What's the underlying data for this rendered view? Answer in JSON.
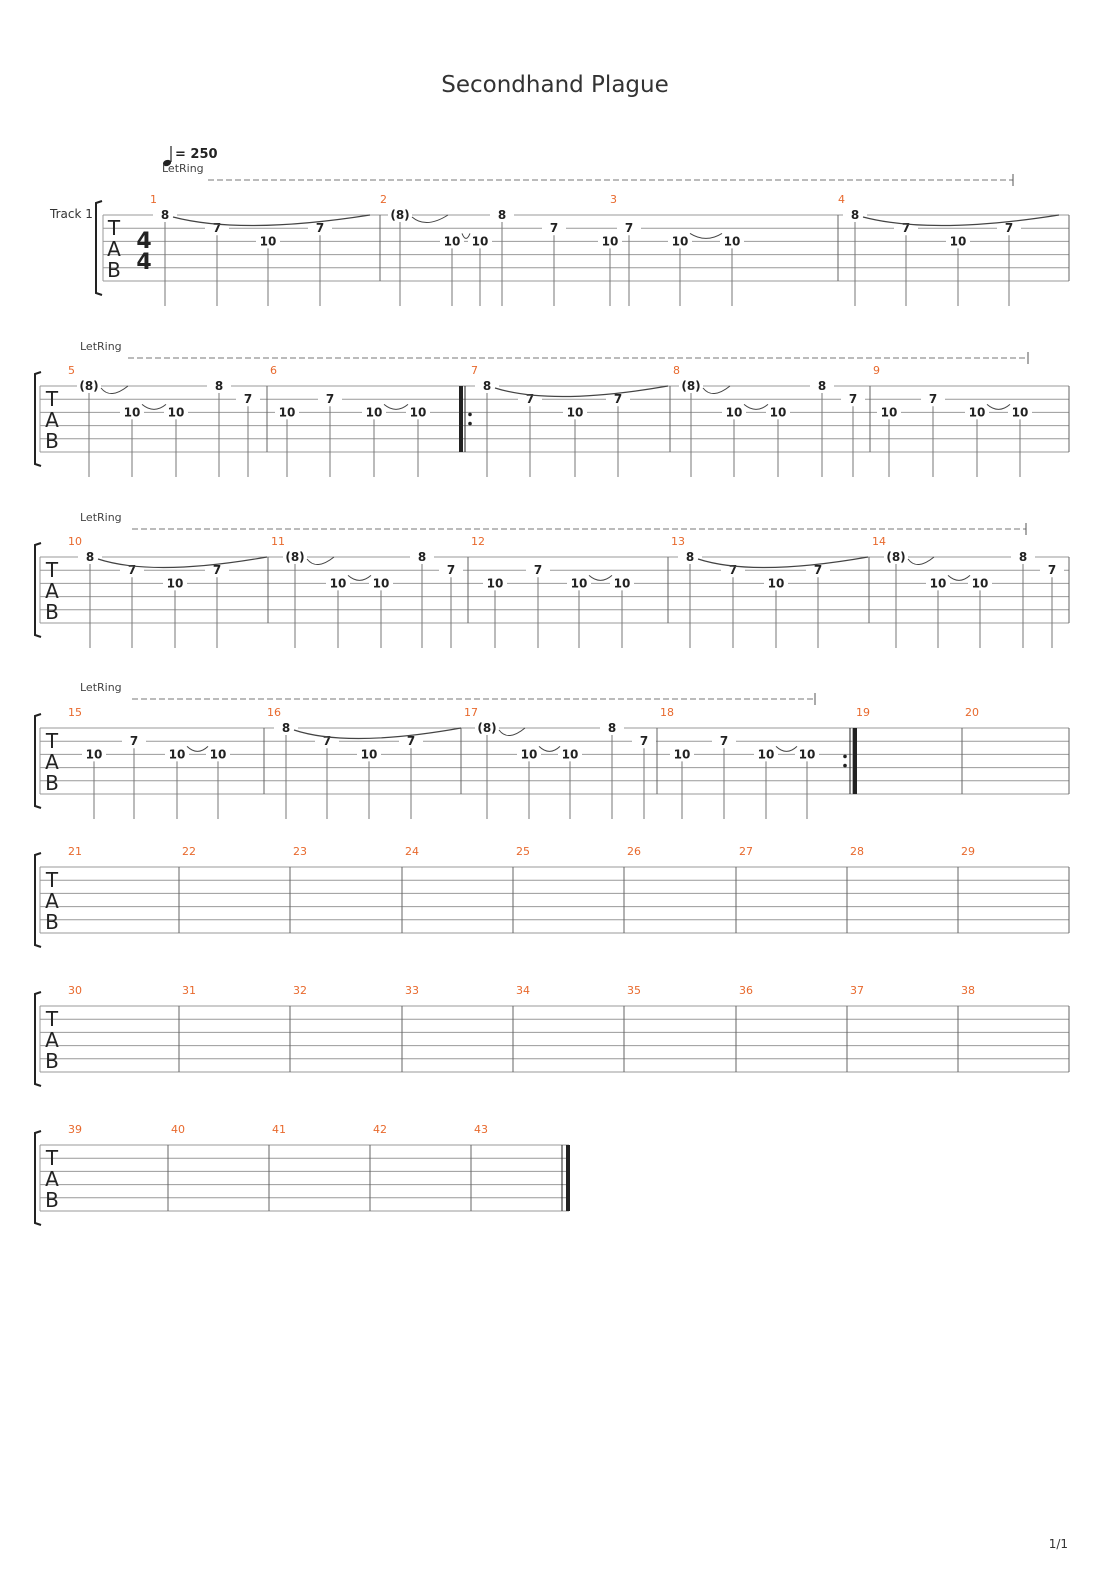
{
  "title": "Secondhand Plague",
  "tempo": {
    "text": "= 250",
    "icon": "quarter-note-icon"
  },
  "track_name": "Track 1",
  "let_ring_label": "LetRing",
  "clef_letters": [
    "T",
    "A",
    "B"
  ],
  "time_signature": [
    "4",
    "4"
  ],
  "page_number": "1/1",
  "colors": {
    "measure_number": "#e8692d",
    "staff_line": "#999999",
    "text": "#222222"
  },
  "systems": [
    {
      "measures": [
        {
          "number": "1",
          "notes": [
            {
              "fret": "8",
              "string": 1
            },
            {
              "fret": "7",
              "string": 2
            },
            {
              "fret": "10",
              "string": 3
            },
            {
              "fret": "7",
              "string": 2
            }
          ]
        },
        {
          "number": "2",
          "notes": [
            {
              "fret": "(8)",
              "string": 1
            },
            {
              "fret": "10",
              "string": 3
            },
            {
              "fret": "10",
              "string": 3
            }
          ]
        },
        {
          "number": "",
          "notes": [
            {
              "fret": "8",
              "string": 1
            },
            {
              "fret": "7",
              "string": 2
            }
          ]
        },
        {
          "number": "3",
          "notes": [
            {
              "fret": "10",
              "string": 3
            },
            {
              "fret": "7",
              "string": 2
            },
            {
              "fret": "10",
              "string": 3
            },
            {
              "fret": "10",
              "string": 3
            }
          ]
        },
        {
          "number": "4",
          "notes": [
            {
              "fret": "8",
              "string": 1
            },
            {
              "fret": "7",
              "string": 2
            },
            {
              "fret": "10",
              "string": 3
            },
            {
              "fret": "7",
              "string": 2
            }
          ]
        }
      ]
    },
    {
      "measures": [
        {
          "number": "5",
          "notes": [
            {
              "fret": "(8)",
              "string": 1
            },
            {
              "fret": "10",
              "string": 3
            },
            {
              "fret": "10",
              "string": 3
            },
            {
              "fret": "8",
              "string": 1
            },
            {
              "fret": "7",
              "string": 2
            }
          ]
        },
        {
          "number": "6",
          "notes": [
            {
              "fret": "10",
              "string": 3
            },
            {
              "fret": "7",
              "string": 2
            },
            {
              "fret": "10",
              "string": 3
            },
            {
              "fret": "10",
              "string": 3
            }
          ]
        },
        {
          "number": "7",
          "notes": [
            {
              "fret": "8",
              "string": 1
            },
            {
              "fret": "7",
              "string": 2
            },
            {
              "fret": "10",
              "string": 3
            },
            {
              "fret": "7",
              "string": 2
            }
          ]
        },
        {
          "number": "8",
          "notes": [
            {
              "fret": "(8)",
              "string": 1
            },
            {
              "fret": "10",
              "string": 3
            },
            {
              "fret": "10",
              "string": 3
            },
            {
              "fret": "8",
              "string": 1
            },
            {
              "fret": "7",
              "string": 2
            }
          ]
        },
        {
          "number": "9",
          "notes": [
            {
              "fret": "10",
              "string": 3
            },
            {
              "fret": "7",
              "string": 2
            },
            {
              "fret": "10",
              "string": 3
            },
            {
              "fret": "10",
              "string": 3
            }
          ]
        }
      ]
    },
    {
      "measures": [
        {
          "number": "10",
          "notes": [
            {
              "fret": "8",
              "string": 1
            },
            {
              "fret": "7",
              "string": 2
            },
            {
              "fret": "10",
              "string": 3
            },
            {
              "fret": "7",
              "string": 2
            }
          ]
        },
        {
          "number": "11",
          "notes": [
            {
              "fret": "(8)",
              "string": 1
            },
            {
              "fret": "10",
              "string": 3
            },
            {
              "fret": "10",
              "string": 3
            },
            {
              "fret": "8",
              "string": 1
            },
            {
              "fret": "7",
              "string": 2
            }
          ]
        },
        {
          "number": "12",
          "notes": [
            {
              "fret": "10",
              "string": 3
            },
            {
              "fret": "7",
              "string": 2
            },
            {
              "fret": "10",
              "string": 3
            },
            {
              "fret": "10",
              "string": 3
            }
          ]
        },
        {
          "number": "13",
          "notes": [
            {
              "fret": "8",
              "string": 1
            },
            {
              "fret": "7",
              "string": 2
            },
            {
              "fret": "10",
              "string": 3
            },
            {
              "fret": "7",
              "string": 2
            }
          ]
        },
        {
          "number": "14",
          "notes": [
            {
              "fret": "(8)",
              "string": 1
            },
            {
              "fret": "10",
              "string": 3
            },
            {
              "fret": "10",
              "string": 3
            },
            {
              "fret": "8",
              "string": 1
            },
            {
              "fret": "7",
              "string": 2
            }
          ]
        }
      ]
    },
    {
      "measures": [
        {
          "number": "15",
          "notes": [
            {
              "fret": "10",
              "string": 3
            },
            {
              "fret": "7",
              "string": 2
            },
            {
              "fret": "10",
              "string": 3
            },
            {
              "fret": "10",
              "string": 3
            }
          ]
        },
        {
          "number": "16",
          "notes": [
            {
              "fret": "8",
              "string": 1
            },
            {
              "fret": "7",
              "string": 2
            },
            {
              "fret": "10",
              "string": 3
            },
            {
              "fret": "7",
              "string": 2
            }
          ]
        },
        {
          "number": "17",
          "notes": [
            {
              "fret": "(8)",
              "string": 1
            },
            {
              "fret": "10",
              "string": 3
            },
            {
              "fret": "10",
              "string": 3
            },
            {
              "fret": "8",
              "string": 1
            },
            {
              "fret": "7",
              "string": 2
            }
          ]
        },
        {
          "number": "18",
          "notes": [
            {
              "fret": "10",
              "string": 3
            },
            {
              "fret": "7",
              "string": 2
            },
            {
              "fret": "10",
              "string": 3
            },
            {
              "fret": "10",
              "string": 3
            }
          ]
        },
        {
          "number": "19",
          "notes": []
        },
        {
          "number": "20",
          "notes": []
        }
      ]
    },
    {
      "measures": [
        {
          "number": "21",
          "notes": []
        },
        {
          "number": "22",
          "notes": []
        },
        {
          "number": "23",
          "notes": []
        },
        {
          "number": "24",
          "notes": []
        },
        {
          "number": "25",
          "notes": []
        },
        {
          "number": "26",
          "notes": []
        },
        {
          "number": "27",
          "notes": []
        },
        {
          "number": "28",
          "notes": []
        },
        {
          "number": "29",
          "notes": []
        }
      ]
    },
    {
      "measures": [
        {
          "number": "30",
          "notes": []
        },
        {
          "number": "31",
          "notes": []
        },
        {
          "number": "32",
          "notes": []
        },
        {
          "number": "33",
          "notes": []
        },
        {
          "number": "34",
          "notes": []
        },
        {
          "number": "35",
          "notes": []
        },
        {
          "number": "36",
          "notes": []
        },
        {
          "number": "37",
          "notes": []
        },
        {
          "number": "38",
          "notes": []
        }
      ]
    },
    {
      "measures": [
        {
          "number": "39",
          "notes": []
        },
        {
          "number": "40",
          "notes": []
        },
        {
          "number": "41",
          "notes": []
        },
        {
          "number": "42",
          "notes": []
        },
        {
          "number": "43",
          "notes": []
        }
      ]
    }
  ]
}
